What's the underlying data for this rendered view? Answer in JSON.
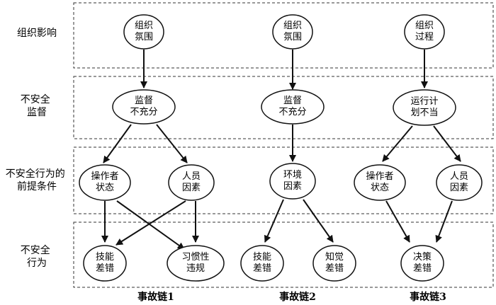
{
  "levels": [
    {
      "lines": [
        "组织影响"
      ]
    },
    {
      "lines": [
        "不安全",
        "监督"
      ]
    },
    {
      "lines": [
        "不安全行为的",
        "前提条件"
      ]
    },
    {
      "lines": [
        "不安全",
        "行为"
      ]
    }
  ],
  "nodes": {
    "c1_org": {
      "lines": [
        "组织",
        "氛围"
      ]
    },
    "c2_org": {
      "lines": [
        "组织",
        "氛围"
      ]
    },
    "c3_org": {
      "lines": [
        "组织",
        "过程"
      ]
    },
    "c1_sup": {
      "lines": [
        "监督",
        "不充分"
      ]
    },
    "c2_sup": {
      "lines": [
        "监督",
        "不充分"
      ]
    },
    "c3_sup": {
      "lines": [
        "运行计",
        "划不当"
      ]
    },
    "c1_pre_a": {
      "lines": [
        "操作者",
        "状态"
      ]
    },
    "c1_pre_b": {
      "lines": [
        "人员",
        "因素"
      ]
    },
    "c2_pre": {
      "lines": [
        "环境",
        "因素"
      ]
    },
    "c3_pre_a": {
      "lines": [
        "操作者",
        "状态"
      ]
    },
    "c3_pre_b": {
      "lines": [
        "人员",
        "因素"
      ]
    },
    "c1_act_a": {
      "lines": [
        "技能",
        "差错"
      ]
    },
    "c1_act_b": {
      "lines": [
        "习惯性",
        "违规"
      ]
    },
    "c2_act_a": {
      "lines": [
        "技能",
        "差错"
      ]
    },
    "c2_act_b": {
      "lines": [
        "知觉",
        "差错"
      ]
    },
    "c3_act": {
      "lines": [
        "决策",
        "差错"
      ]
    }
  },
  "chains": [
    "事故链1",
    "事故链2",
    "事故链3"
  ]
}
